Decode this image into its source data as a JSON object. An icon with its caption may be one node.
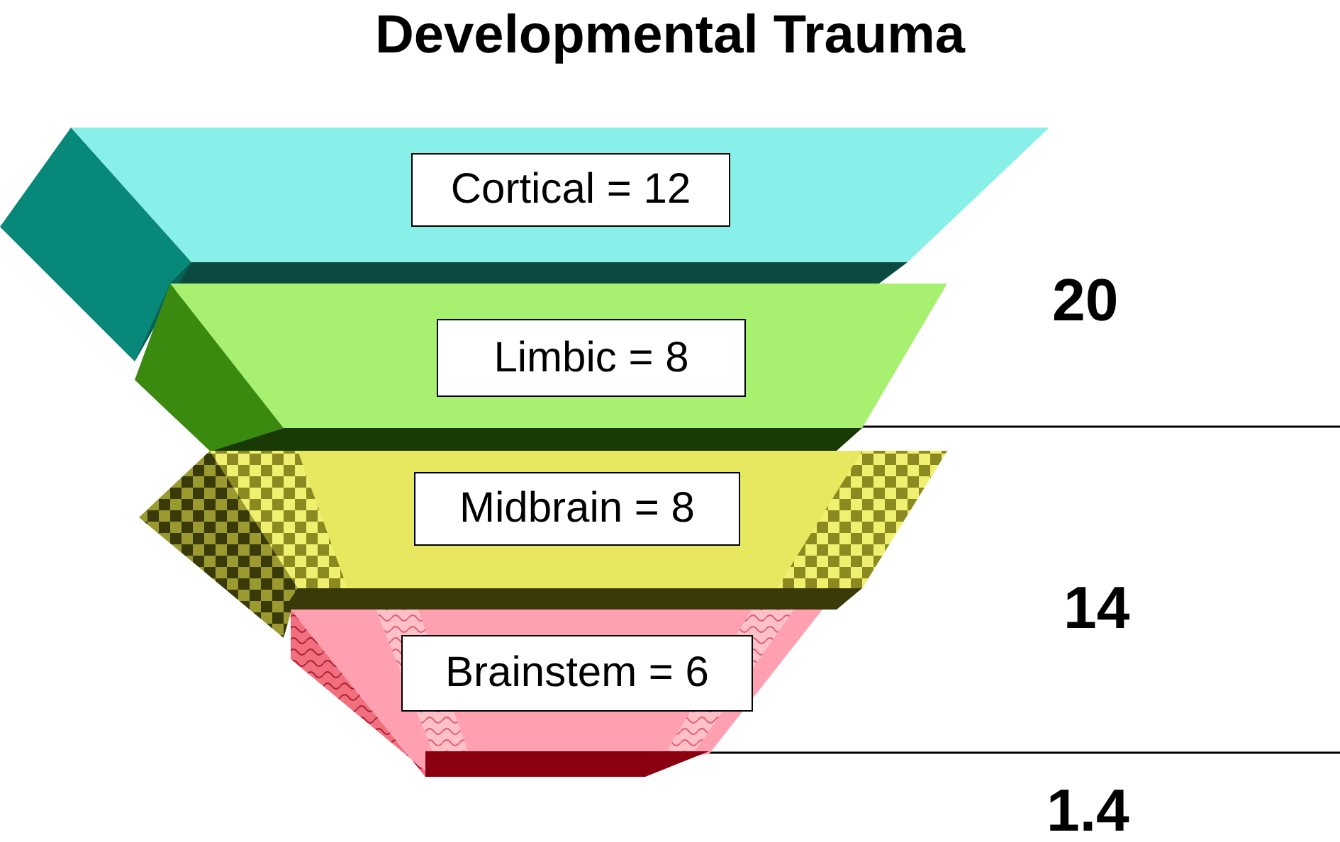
{
  "diagram": {
    "title": "Developmental Trauma",
    "nodes": [
      {
        "text": [
          "Cortical = 12"
        ]
      },
      {
        "text": [
          "Limbic = 8"
        ]
      },
      {
        "text": [
          "Midbrain = 8"
        ]
      },
      {
        "text": [
          "Brainstem = 6"
        ]
      }
    ],
    "labels": [
      "20",
      "14",
      "1.4"
    ]
  }
}
